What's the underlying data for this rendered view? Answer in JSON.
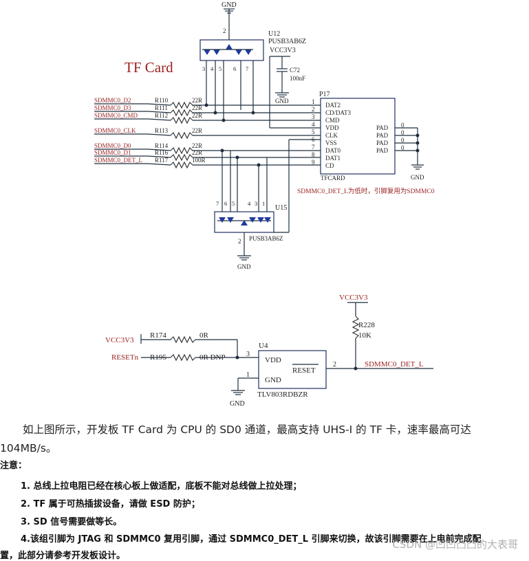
{
  "schematic_top": {
    "title": "TF Card",
    "gnd_label": "GND",
    "u12": {
      "ref": "U12",
      "part": "PUSB3AB6Z",
      "pins_top": "2",
      "pins_bottom": [
        "3",
        "4",
        "5",
        "6",
        "7"
      ]
    },
    "vcc_label": "VCC3V3",
    "cap": {
      "ref": "C72",
      "value": "100nF"
    },
    "connector": {
      "ref": "P17",
      "name": "TFCARD",
      "pin_numbers": [
        "1",
        "2",
        "3",
        "4",
        "5",
        "6",
        "7",
        "8",
        "9"
      ],
      "pin_names": [
        "DAT2",
        "CD/DAT3",
        "CMD",
        "VDD",
        "CLK",
        "VSS",
        "DAT0",
        "DAT1",
        "CD"
      ],
      "pad_labels": [
        "PAD",
        "PAD",
        "PAD",
        "PAD"
      ],
      "pad_numbers": [
        "0",
        "0",
        "0",
        "0"
      ]
    },
    "nets": [
      {
        "net": "SDMMC0_D2",
        "res": "R110",
        "val": "22R"
      },
      {
        "net": "SDMMC0_D3",
        "res": "R111",
        "val": "22R"
      },
      {
        "net": "SDMMC0_CMD",
        "res": "R112",
        "val": "22R"
      },
      {
        "net": "SDMMC0_CLK",
        "res": "R113",
        "val": "22R"
      },
      {
        "net": "SDMMC0_D0",
        "res": "R114",
        "val": "22R"
      },
      {
        "net": "SDMMC0_D1",
        "res": "R116",
        "val": "22R"
      },
      {
        "net": "SDMMC0_DET_L",
        "res": "R117",
        "val": "100R"
      }
    ],
    "u15": {
      "ref": "U15",
      "part": "PUSB3AB6Z",
      "pins_top": [
        "7",
        "6",
        "5",
        "4",
        "3",
        "1"
      ],
      "pin_bottom": "2"
    },
    "annotation": "SDMMC0_DET_L为低时，引脚复用为SDMMC0"
  },
  "schematic_bottom": {
    "vcc_top": "VCC3V3",
    "r228": {
      "ref": "R228",
      "value": "10K"
    },
    "vcc_left": "VCC3V3",
    "r174": {
      "ref": "R174",
      "value": "0R"
    },
    "reset_net": "RESETn",
    "r195": {
      "ref": "R195",
      "value": "0R  DNP"
    },
    "u4": {
      "ref": "U4",
      "part": "TLV803RDBZR",
      "pin_vdd": "VDD",
      "pin_gnd": "GND",
      "pin_reset": "RESET",
      "pin3": "3",
      "pin1": "1",
      "pin2": "2"
    },
    "out_net": "SDMMC0_DET_L",
    "gnd_label": "GND"
  },
  "text": {
    "paragraph_line1": "如上图所示，开发板 TF Card 为 CPU 的 SD0 通道，最高支持 UHS-I 的 TF 卡，速率最高可达",
    "paragraph_line2": "104MB/s。",
    "note_title": "注意：",
    "notes": [
      "1. 总线上拉电阻已经在核心板上做适配，底板不能对总线做上拉处理；",
      "2. TF 属于可热插拔设备，请做 ESD 防护；",
      "3. SD 信号需要做等长。",
      "4.该组引脚为 JTAG 和 SDMMC0 复用引脚，通过 SDMMC0_DET_L 引脚来切换，故该引脚需要在上电前完成配",
      "置，此部分请参考开发板设计。"
    ],
    "watermark": "CSDN @凹凹凸凸的大表哥"
  }
}
